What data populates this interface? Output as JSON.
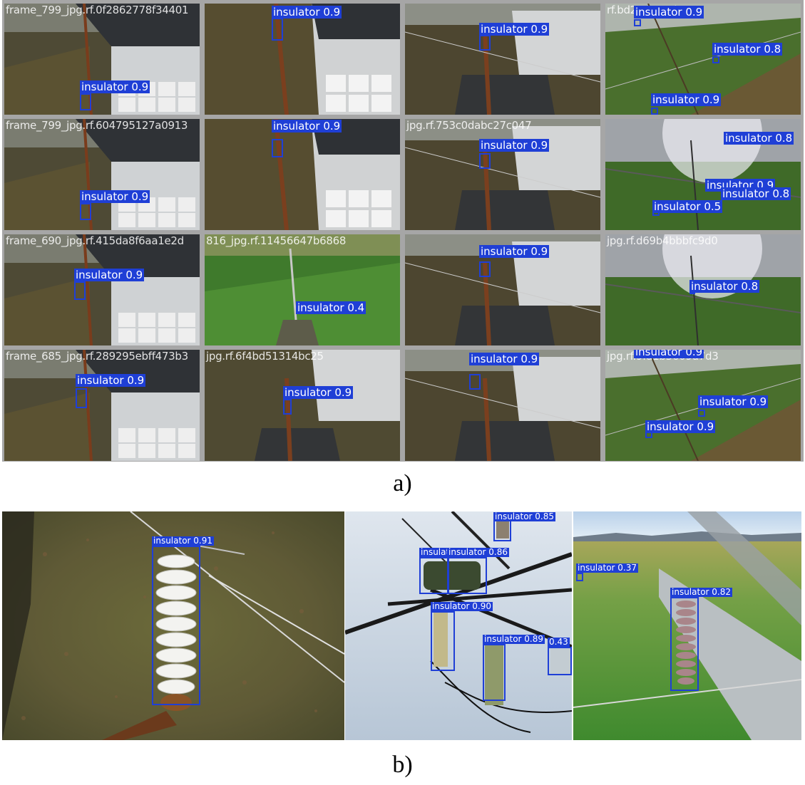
{
  "colors": {
    "detection": "#1f3fd6",
    "grid_bg": "#a6a6a6"
  },
  "grid_tiles": [
    {
      "scene": "building",
      "filename": "frame_799_jpg.rf.0f2862778f34401",
      "detections": [
        {
          "label": "insulator 0.9"
        }
      ]
    },
    {
      "scene": "tower-building",
      "filename": "",
      "detections": [
        {
          "label": "insulator 0.9"
        }
      ]
    },
    {
      "scene": "tower-top",
      "filename": "",
      "detections": [
        {
          "label": "insulator 0.9"
        }
      ]
    },
    {
      "scene": "field-aerial",
      "filename": "rf.bd275cca2ba16",
      "detections": [
        {
          "label": "insulator 0.9"
        },
        {
          "label": "insulator 0.8"
        },
        {
          "label": "insulator 0.9"
        }
      ]
    },
    {
      "scene": "building",
      "filename": "frame_799_jpg.rf.604795127a0913",
      "detections": [
        {
          "label": "insulator 0.9"
        }
      ]
    },
    {
      "scene": "tower-building",
      "filename": "",
      "detections": [
        {
          "label": "insulator 0.9"
        }
      ]
    },
    {
      "scene": "tower-top",
      "filename": "jpg.rf.753c0dabc27c047",
      "detections": [
        {
          "label": "insulator 0.9"
        }
      ]
    },
    {
      "scene": "sunny-field",
      "filename": "",
      "detections": [
        {
          "label": "insulator 0.8"
        },
        {
          "label": "insulator 0.9"
        },
        {
          "label": "insulator 0.8"
        },
        {
          "label": "insulator 0.5"
        }
      ]
    },
    {
      "scene": "building",
      "filename": "frame_690_jpg.rf.415da8f6aa1e2d",
      "detections": [
        {
          "label": "insulator 0.9"
        }
      ]
    },
    {
      "scene": "grass-field",
      "filename": "816_jpg.rf.11456647b6868",
      "detections": [
        {
          "label": "insulator 0.4"
        }
      ]
    },
    {
      "scene": "tower-top",
      "filename": "",
      "detections": [
        {
          "label": "insulator 0.9"
        }
      ]
    },
    {
      "scene": "sunny-field",
      "filename": "jpg.rf.d69b4bbbfc9d0",
      "detections": [
        {
          "label": "insulator 0.8"
        }
      ]
    },
    {
      "scene": "building",
      "filename": "frame_685_jpg.rf.289295ebff473b3",
      "detections": [
        {
          "label": "insulator 0.9"
        }
      ]
    },
    {
      "scene": "tower-ground",
      "filename": "jpg.rf.6f4bd51314bc25",
      "detections": [
        {
          "label": "insulator 0.9"
        }
      ]
    },
    {
      "scene": "tower-top",
      "filename": "",
      "detections": [
        {
          "label": "insulator 0.9"
        }
      ]
    },
    {
      "scene": "field-aerial",
      "filename": "jpg.rf.9fa1b3609d7d3",
      "detections": [
        {
          "label": "insulator 0.9"
        },
        {
          "label": "insulator 0.9"
        },
        {
          "label": "insulator 0.9"
        }
      ]
    }
  ],
  "caption_a": "a)",
  "panels_b": [
    {
      "scene": "aerial-insulator",
      "detections": [
        {
          "label": "insulator 0.91"
        }
      ]
    },
    {
      "scene": "sky-tower",
      "detections": [
        {
          "label": "insulator 0.85"
        },
        {
          "label": "insulator"
        },
        {
          "label": "insulator 0.86"
        },
        {
          "label": "insulator 0.90"
        },
        {
          "label": "insulator 0.89"
        },
        {
          "label": "0.43"
        }
      ]
    },
    {
      "scene": "rice-field",
      "detections": [
        {
          "label": "insulator 0.37"
        },
        {
          "label": "insulator 0.82"
        }
      ]
    }
  ],
  "caption_b": "b)"
}
